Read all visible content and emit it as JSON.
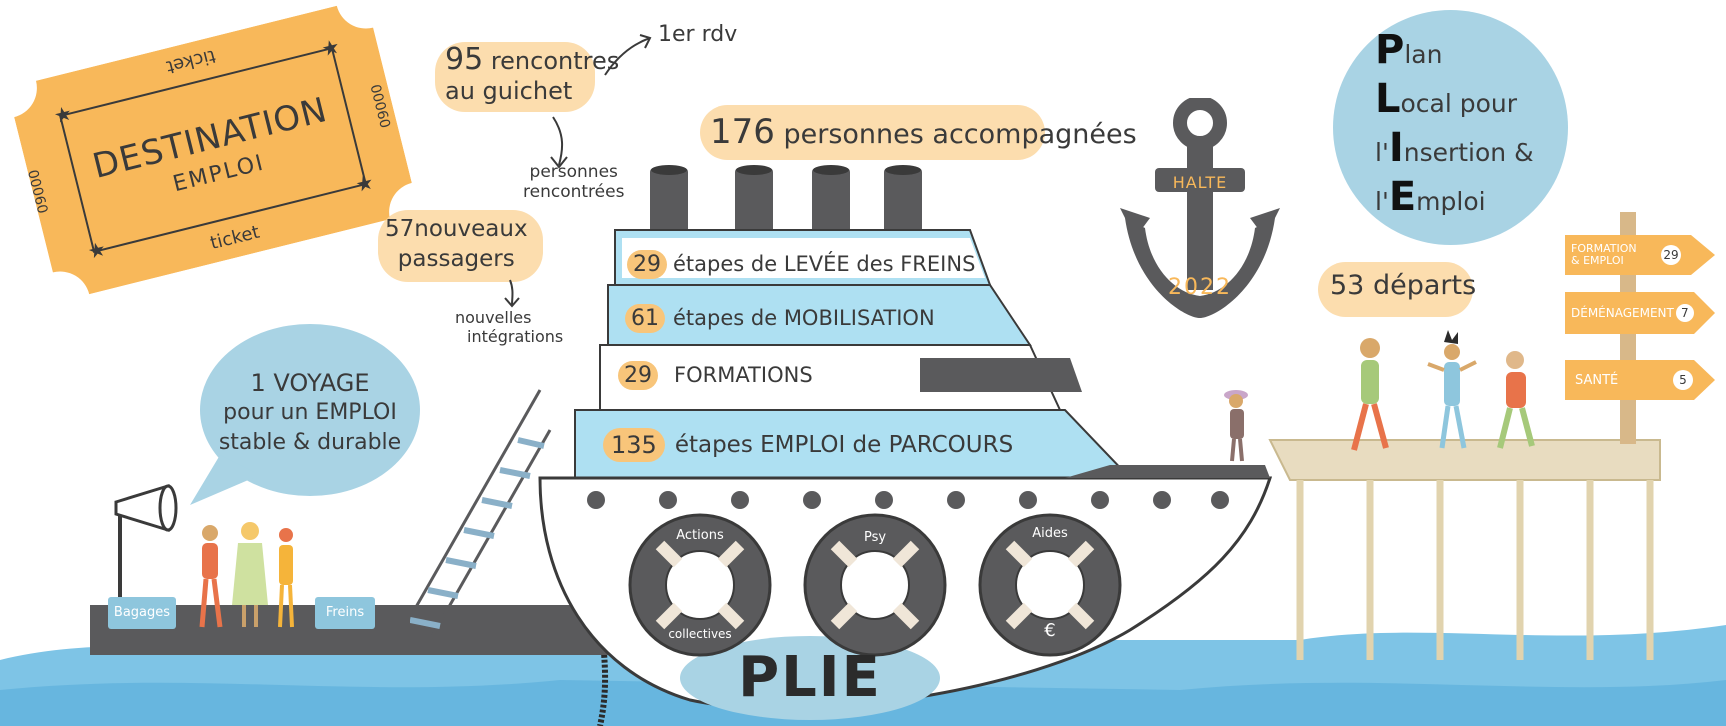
{
  "ticket": {
    "top": "ticket",
    "bottom": "ticket",
    "side_left": "00060",
    "side_right": "00060",
    "title": "DESTINATION",
    "subtitle": "EMPLOI"
  },
  "annotations": {
    "guichet_number": "95",
    "guichet_text_1": "rencontres",
    "guichet_text_2": "au guichet",
    "first_rdv": "1er rdv",
    "personnes_1": "personnes",
    "personnes_2": "rencontrées",
    "passagers_number": "57",
    "passagers_text_1": "nouveaux",
    "passagers_text_2": "passagers",
    "nouvelles_1": "nouvelles",
    "nouvelles_2": "intégrations",
    "accompagnees_number": "176",
    "accompagnees_text": "personnes accompagnées",
    "departs_number": "53",
    "departs_text": "départs"
  },
  "bubble": {
    "line1": "1 VOYAGE",
    "line2": "pour un EMPLOI",
    "line3": "stable & durable"
  },
  "ship_decks": [
    {
      "number": "29",
      "text": "étapes de LEVÉE des FREINS"
    },
    {
      "number": "61",
      "text": "étapes de MOBILISATION"
    },
    {
      "number": "29",
      "text": "FORMATIONS"
    },
    {
      "number": "135",
      "text": "étapes EMPLOI de PARCOURS"
    }
  ],
  "lifebuoys": [
    {
      "top": "Actions",
      "bottom": "collectives"
    },
    {
      "top": "Psy",
      "bottom": ""
    },
    {
      "top": "Aides",
      "bottom": "€"
    }
  ],
  "ship_name": "PLIE",
  "anchor": {
    "label": "HALTE",
    "year": "2022"
  },
  "plie_acronym": {
    "line1_letter": "P",
    "line1_rest": "lan",
    "line2_letter": "L",
    "line2_rest": "ocal pour",
    "line3_prefix": "l'",
    "line3_letter": "I",
    "line3_rest": "nsertion &",
    "line4_prefix": "l'",
    "line4_letter": "E",
    "line4_rest": "mploi"
  },
  "signpost": [
    {
      "label": "FORMATION & EMPLOI",
      "count": "29"
    },
    {
      "label": "DÉMÉNAGEMENT",
      "count": "7"
    },
    {
      "label": "SANTÉ",
      "count": "5"
    }
  ],
  "dock_labels": {
    "bagages": "Bagages",
    "freins": "Freins"
  },
  "colors": {
    "orange": "#f8b85a",
    "blue": "#aee0f2",
    "circle_blue": "#a9d3e4",
    "dark": "#5a5a5c",
    "sea": "#6cb7dc",
    "wood": "#e8dcc0"
  }
}
